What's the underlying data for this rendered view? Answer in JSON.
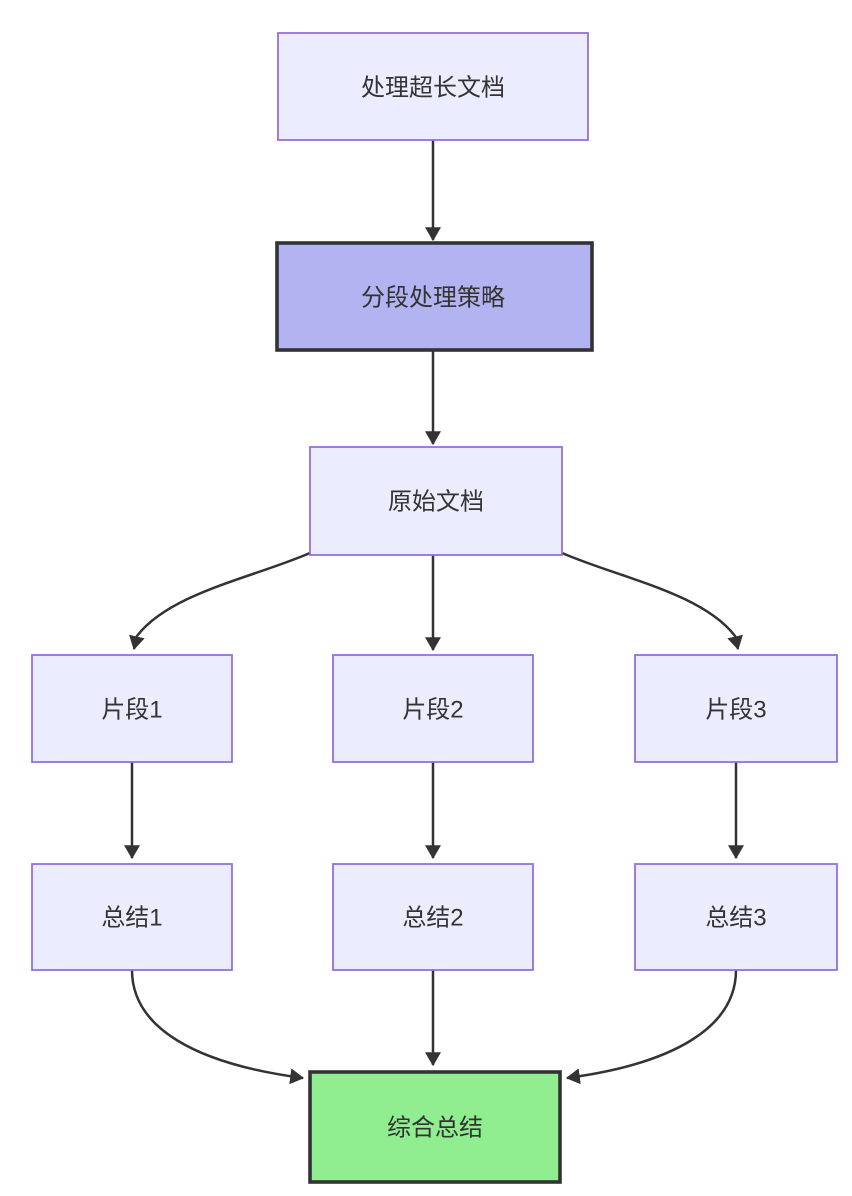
{
  "diagram": {
    "type": "flowchart",
    "direction": "top-down",
    "nodes": {
      "doc": {
        "label": "处理超长文档",
        "style": "default"
      },
      "strategy": {
        "label": "分段处理策略",
        "style": "highlight"
      },
      "original": {
        "label": "原始文档",
        "style": "default"
      },
      "frag1": {
        "label": "片段1",
        "style": "default"
      },
      "frag2": {
        "label": "片段2",
        "style": "default"
      },
      "frag3": {
        "label": "片段3",
        "style": "default"
      },
      "sum1": {
        "label": "总结1",
        "style": "default"
      },
      "sum2": {
        "label": "总结2",
        "style": "default"
      },
      "sum3": {
        "label": "总结3",
        "style": "default"
      },
      "final": {
        "label": "综合总结",
        "style": "result"
      }
    },
    "edges": [
      {
        "from": "处理超长文档",
        "to": "分段处理策略"
      },
      {
        "from": "分段处理策略",
        "to": "原始文档"
      },
      {
        "from": "原始文档",
        "to": "片段1"
      },
      {
        "from": "原始文档",
        "to": "片段2"
      },
      {
        "from": "原始文档",
        "to": "片段3"
      },
      {
        "from": "片段1",
        "to": "总结1"
      },
      {
        "from": "片段2",
        "to": "总结2"
      },
      {
        "from": "片段3",
        "to": "总结3"
      },
      {
        "from": "总结1",
        "to": "综合总结"
      },
      {
        "from": "总结2",
        "to": "综合总结"
      },
      {
        "from": "总结3",
        "to": "综合总结"
      }
    ],
    "colors": {
      "background": "#FFFFFF",
      "node_fill": "#ECECFF",
      "node_border": "#9370DB",
      "highlight_fill": "#B3B3F1",
      "highlight_border": "#333333",
      "result_fill": "#90EE90",
      "result_border": "#333333",
      "edge": "#333333",
      "text": "#333333"
    }
  }
}
